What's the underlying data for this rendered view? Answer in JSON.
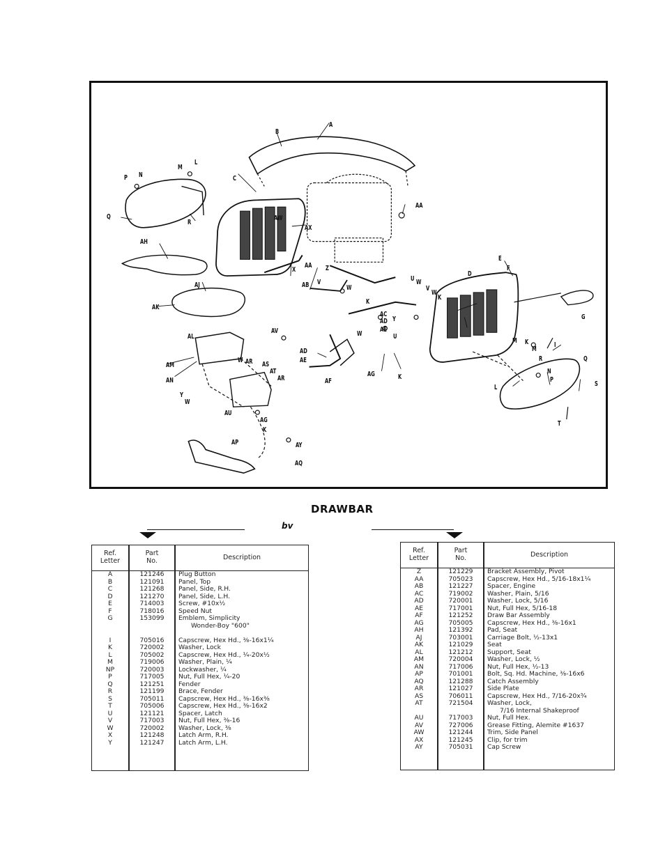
{
  "title": "DRAWBAR",
  "marker": "bv",
  "left_table": {
    "headers": {
      "ref": "Ref.\nLetter",
      "part": "Part\nNo.",
      "desc": "Description"
    },
    "rows": [
      {
        "ref": "A",
        "part": "121246",
        "desc": "Plug Button"
      },
      {
        "ref": "B",
        "part": "121091",
        "desc": "Panel, Top"
      },
      {
        "ref": "C",
        "part": "121268",
        "desc": "Panel, Side, R.H."
      },
      {
        "ref": "D",
        "part": "121270",
        "desc": "Panel, Side, L.H."
      },
      {
        "ref": "E",
        "part": "714003",
        "desc": "Screw, #10x½"
      },
      {
        "ref": "F",
        "part": "718016",
        "desc": "Speed Nut"
      },
      {
        "ref": "G",
        "part": "153099",
        "desc": "Emblem, Simplicity"
      },
      {
        "ref": "",
        "part": "",
        "desc": "Wonder-Boy \"600\"",
        "indent": true
      },
      {
        "ref": "",
        "part": "",
        "desc": ""
      },
      {
        "ref": "I",
        "part": "705016",
        "desc": "Capscrew, Hex Hd., ⅜-16x1¼"
      },
      {
        "ref": "K",
        "part": "720002",
        "desc": "Washer, Lock"
      },
      {
        "ref": "L",
        "part": "705002",
        "desc": "Capscrew, Hex Hd., ¼-20x½"
      },
      {
        "ref": "M",
        "part": "719006",
        "desc": "Washer, Plain, ¼"
      },
      {
        "ref": "NP",
        "part": "720003",
        "desc": "Lockwasher, ¼"
      },
      {
        "ref": "P",
        "part": "717005",
        "desc": "Nut, Full Hex, ¼-20"
      },
      {
        "ref": "Q",
        "part": "121251",
        "desc": "Fender"
      },
      {
        "ref": "R",
        "part": "121199",
        "desc": "Brace, Fender"
      },
      {
        "ref": "S",
        "part": "705011",
        "desc": "Capscrew, Hex Hd., ⅜-16x⅜"
      },
      {
        "ref": "T",
        "part": "705006",
        "desc": "Capscrew, Hex Hd., ⅜-16x2"
      },
      {
        "ref": "U",
        "part": "121121",
        "desc": "Spacer, Latch"
      },
      {
        "ref": "V",
        "part": "717003",
        "desc": "Nut, Full Hex, ⅜-16"
      },
      {
        "ref": "W",
        "part": "720002",
        "desc": "Washer, Lock, ⅜"
      },
      {
        "ref": "X",
        "part": "121248",
        "desc": "Latch Arm, R.H."
      },
      {
        "ref": "Y",
        "part": "121247",
        "desc": "Latch Arm, L.H."
      }
    ]
  },
  "right_table": {
    "headers": {
      "ref": "Ref.\nLetter",
      "part": "Part\nNo.",
      "desc": "Description"
    },
    "rows": [
      {
        "ref": "Z",
        "part": "121229",
        "desc": "Bracket Assembly, Pivot"
      },
      {
        "ref": "AA",
        "part": "705023",
        "desc": "Capscrew, Hex Hd., 5/16-18x1¼"
      },
      {
        "ref": "AB",
        "part": "121227",
        "desc": "Spacer, Engine"
      },
      {
        "ref": "AC",
        "part": "719002",
        "desc": "Washer, Plain, 5/16"
      },
      {
        "ref": "AD",
        "part": "720001",
        "desc": "Washer, Lock, 5/16"
      },
      {
        "ref": "AE",
        "part": "717001",
        "desc": "Nut, Full Hex, 5/16-18"
      },
      {
        "ref": "AF",
        "part": "121252",
        "desc": "Draw Bar Assembly"
      },
      {
        "ref": "AG",
        "part": "705005",
        "desc": "Capscrew, Hex Hd., ⅜-16x1"
      },
      {
        "ref": "AH",
        "part": "121392",
        "desc": "Pad, Seat"
      },
      {
        "ref": "AJ",
        "part": "703001",
        "desc": "Carriage Bolt, ½-13x1"
      },
      {
        "ref": "AK",
        "part": "121029",
        "desc": "Seat"
      },
      {
        "ref": "AL",
        "part": "121212",
        "desc": "Support, Seat"
      },
      {
        "ref": "AM",
        "part": "720004",
        "desc": "Washer, Lock, ½"
      },
      {
        "ref": "AN",
        "part": "717006",
        "desc": "Nut, Full Hex, ½-13"
      },
      {
        "ref": "AP",
        "part": "701001",
        "desc": "Bolt, Sq. Hd. Machine, ⅜-16x6"
      },
      {
        "ref": "AQ",
        "part": "121288",
        "desc": "Catch Assembly"
      },
      {
        "ref": "AR",
        "part": "121027",
        "desc": "Side Plate"
      },
      {
        "ref": "AS",
        "part": "706011",
        "desc": "Capscrew, Hex Hd., 7/16-20x¾"
      },
      {
        "ref": "AT",
        "part": "721504",
        "desc": "Washer, Lock,"
      },
      {
        "ref": "",
        "part": "",
        "desc": "7/16 Internal Shakeproof",
        "indent": true
      },
      {
        "ref": "AU",
        "part": "717003",
        "desc": "Nut, Full Hex."
      },
      {
        "ref": "AV",
        "part": "727006",
        "desc": "Grease Fitting, Alemite #1637"
      },
      {
        "ref": "AW",
        "part": "121244",
        "desc": "Trim, Side Panel"
      },
      {
        "ref": "AX",
        "part": "121245",
        "desc": "Clip, for trim"
      },
      {
        "ref": "AY",
        "part": "705031",
        "desc": "Cap Screw"
      }
    ]
  },
  "callouts": [
    {
      "text": "A"
    },
    {
      "text": "B"
    },
    {
      "text": "C"
    },
    {
      "text": "L"
    },
    {
      "text": "M"
    },
    {
      "text": "P"
    },
    {
      "text": "N"
    },
    {
      "text": "Q"
    },
    {
      "text": "R"
    },
    {
      "text": "AA"
    },
    {
      "text": "AW"
    },
    {
      "text": "AX"
    },
    {
      "text": "AH"
    },
    {
      "text": "AJ"
    },
    {
      "text": "AK"
    },
    {
      "text": "X"
    },
    {
      "text": "AA"
    },
    {
      "text": "Z"
    },
    {
      "text": "AB"
    },
    {
      "text": "V"
    },
    {
      "text": "W"
    },
    {
      "text": "K"
    },
    {
      "text": "U"
    },
    {
      "text": "W"
    },
    {
      "text": "V"
    },
    {
      "text": "W"
    },
    {
      "text": "K"
    },
    {
      "text": "D"
    },
    {
      "text": "E"
    },
    {
      "text": "F"
    },
    {
      "text": "G"
    },
    {
      "text": "AC"
    },
    {
      "text": "AD"
    },
    {
      "text": "Y"
    },
    {
      "text": "AE"
    },
    {
      "text": "U"
    },
    {
      "text": "W"
    },
    {
      "text": "AV"
    },
    {
      "text": "AD"
    },
    {
      "text": "AE"
    },
    {
      "text": "AG"
    },
    {
      "text": "AF"
    },
    {
      "text": "K"
    },
    {
      "text": "AL"
    },
    {
      "text": "AM"
    },
    {
      "text": "AN"
    },
    {
      "text": "W"
    },
    {
      "text": "AR"
    },
    {
      "text": "AS"
    },
    {
      "text": "AT"
    },
    {
      "text": "AR"
    },
    {
      "text": "Y"
    },
    {
      "text": "W"
    },
    {
      "text": "AU"
    },
    {
      "text": "AG"
    },
    {
      "text": "K"
    },
    {
      "text": "AP"
    },
    {
      "text": "AY"
    },
    {
      "text": "AQ"
    },
    {
      "text": "M"
    },
    {
      "text": "K"
    },
    {
      "text": "M"
    },
    {
      "text": "I"
    },
    {
      "text": "R"
    },
    {
      "text": "Q"
    },
    {
      "text": "N"
    },
    {
      "text": "P"
    },
    {
      "text": "L"
    },
    {
      "text": "S"
    },
    {
      "text": "T"
    }
  ]
}
